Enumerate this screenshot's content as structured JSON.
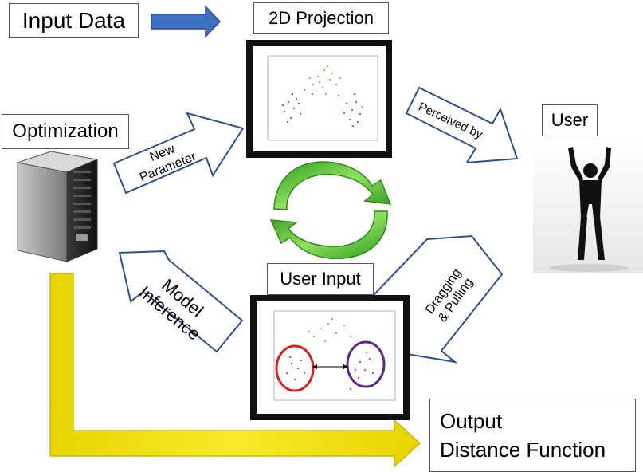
{
  "input_label": "Input Data",
  "projection_label": "2D Projection",
  "optimization_label": "Optimization",
  "user_label": "User",
  "user_input_label": "User Input",
  "new_parameter_label": [
    "New",
    "Parameter"
  ],
  "perceived_by_label": "Perceived by",
  "dragging_label": [
    "Dragging",
    "& Pulling"
  ],
  "model_inference_label": [
    "Model",
    "Inference"
  ],
  "output_label": [
    "Output",
    "Distance Function"
  ],
  "colors": {
    "input_arrow": "#3f6fc0",
    "outline_arrow": "#2f4f8f",
    "cycle_arrow": "#4ab82c",
    "output_arrow": "#f5e31a",
    "cluster_left": "#d62020",
    "cluster_right": "#5b2a86"
  }
}
